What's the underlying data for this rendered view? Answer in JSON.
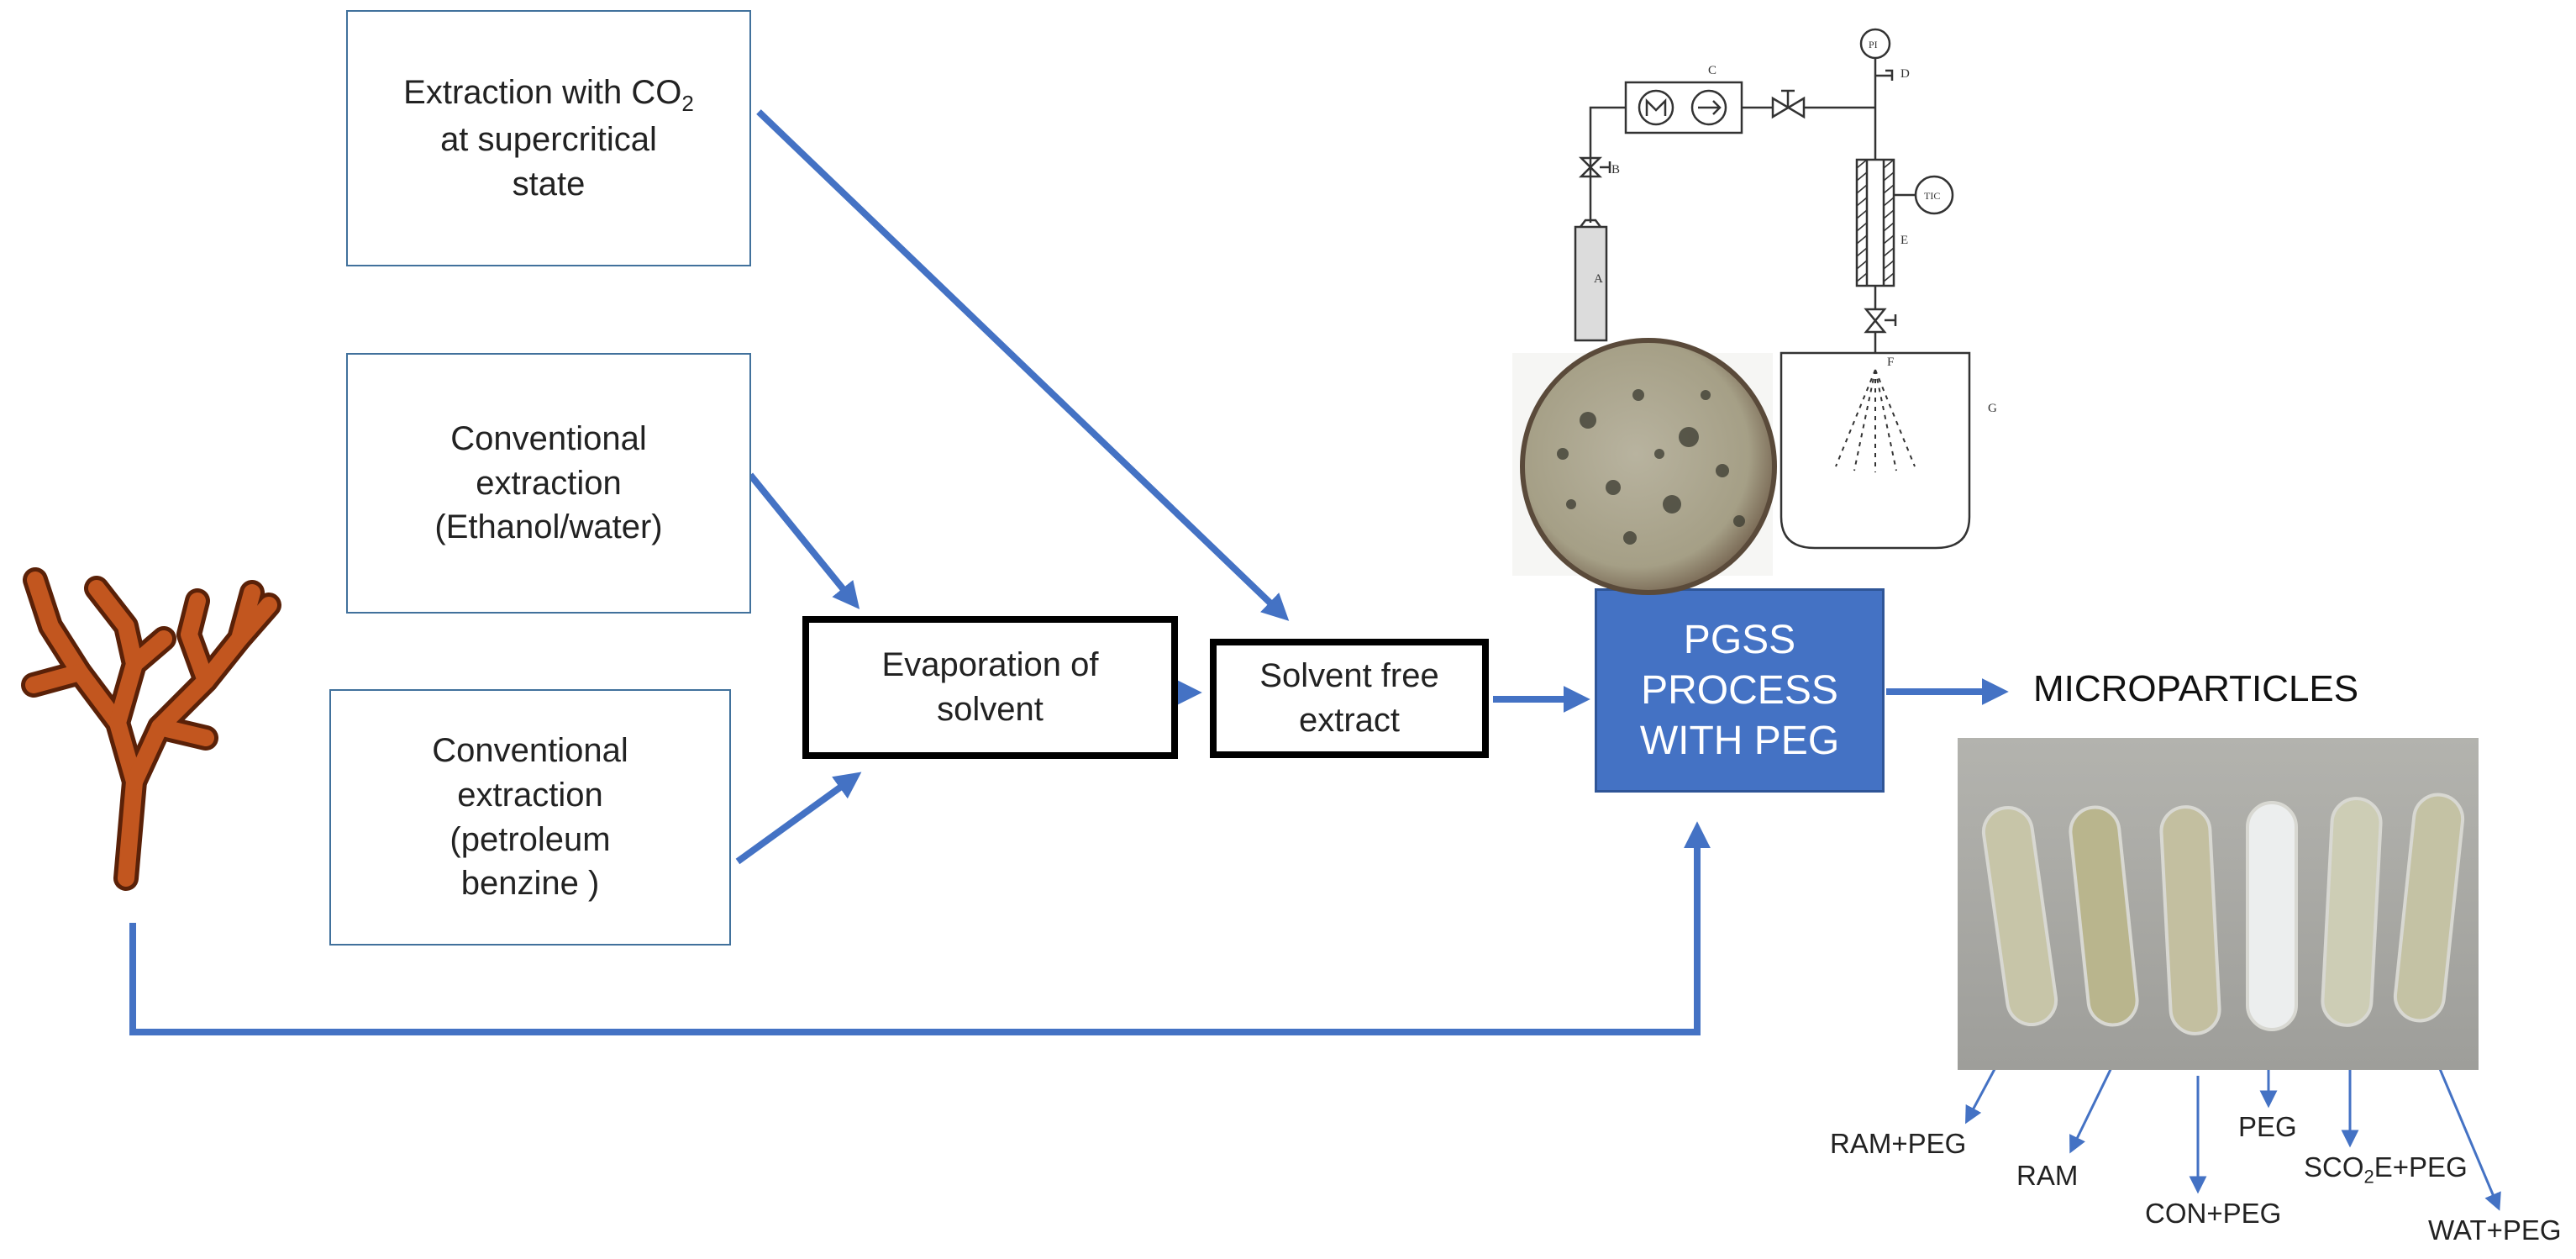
{
  "boxes": {
    "supercritical": {
      "line1": "Extraction with CO",
      "sub": "2",
      "line2": "at supercritical",
      "line3": "state"
    },
    "ethanol": {
      "line1": "Conventional",
      "line2": "extraction",
      "line3": "(Ethanol/water)"
    },
    "petroleum": {
      "line1": "Conventional",
      "line2": "extraction",
      "line3": "(petroleum",
      "line4": "benzine )"
    },
    "evaporation": {
      "line1": "Evaporation of",
      "line2": "solvent"
    },
    "solvent_free": {
      "line1": "Solvent free",
      "line2": "extract"
    },
    "pgss": {
      "line1": "PGSS",
      "line2": "PROCESS",
      "line3": "WITH PEG"
    }
  },
  "output_label": "MICROPARTICLES",
  "apparatus_labels": [
    "A",
    "B",
    "C",
    "D",
    "E",
    "F",
    "G",
    "PI",
    "TIC"
  ],
  "sample_labels": {
    "ram_peg": "RAM+PEG",
    "ram": "RAM",
    "con_peg": "CON+PEG",
    "peg": "PEG",
    "sco2e_peg_a": "SCO",
    "sco2e_peg_sub": "2",
    "sco2e_peg_b": "E+PEG",
    "wat_peg": "WAT+PEG"
  },
  "colors": {
    "arrow": "#4472c4",
    "pgss_fill": "#4472c4",
    "coral": "#c2561f"
  }
}
